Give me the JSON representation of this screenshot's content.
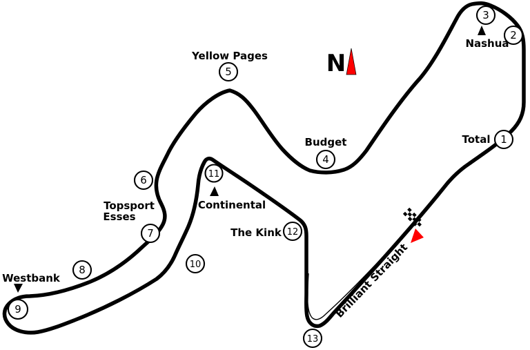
{
  "diagram": {
    "type": "race-circuit-map",
    "north_label": "N",
    "corners": [
      {
        "number": "1"
      },
      {
        "number": "2"
      },
      {
        "number": "3"
      },
      {
        "number": "4"
      },
      {
        "number": "5"
      },
      {
        "number": "6"
      },
      {
        "number": "7"
      },
      {
        "number": "8"
      },
      {
        "number": "9"
      },
      {
        "number": "10"
      },
      {
        "number": "11"
      },
      {
        "number": "12"
      },
      {
        "number": "13"
      }
    ],
    "labels": {
      "total": "Total",
      "nashua": "Nashua",
      "yellow_pages": "Yellow Pages",
      "budget": "Budget",
      "topsport": "Topsport",
      "esses": "Esses",
      "continental": "Continental",
      "the_kink": "The Kink",
      "westbank": "Westbank",
      "brilliant_straight": "Brilliant Straight"
    },
    "colors": {
      "track": "#000000",
      "accent": "#ff0000",
      "background": "#ffffff"
    }
  }
}
